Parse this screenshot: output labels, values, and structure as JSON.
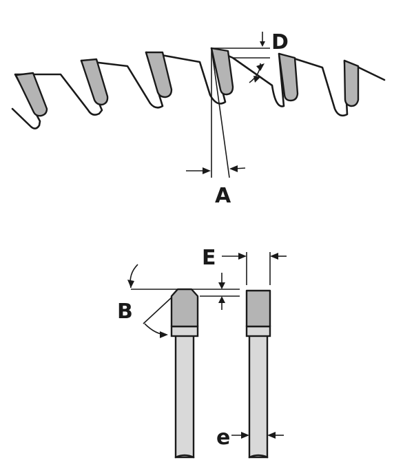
{
  "labels": {
    "D": "D",
    "A": "A",
    "B": "B",
    "E": "E",
    "e": "e"
  },
  "colors": {
    "tip_fill": "#b4b4b4",
    "body_fill": "#d9d9d9",
    "line": "#1a1a1a"
  }
}
